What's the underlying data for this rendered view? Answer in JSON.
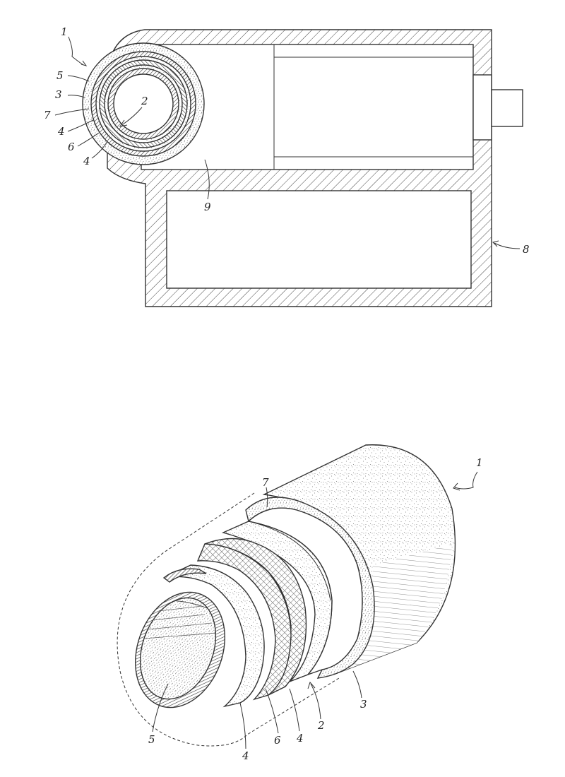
{
  "figure1": {
    "labels": {
      "pipe": "1",
      "inner_pipe": "2",
      "outer_layer": "3",
      "barrier_layer_top": "4",
      "barrier_layer_bottom": "4",
      "bore": "5",
      "foam_layer": "6",
      "jacket": "7",
      "housing": "8",
      "cavity": "9"
    }
  },
  "figure2": {
    "labels": {
      "pipe": "1",
      "jacket": "7",
      "outer_layer": "3",
      "inner_pipe": "2",
      "barrier_layer_right": "4",
      "foam_layer": "6",
      "barrier_layer_left": "4",
      "bore": "5"
    }
  },
  "colors": {
    "line": "#333333",
    "stipple": "#777777",
    "hatch": "#444444",
    "background": "#ffffff"
  }
}
